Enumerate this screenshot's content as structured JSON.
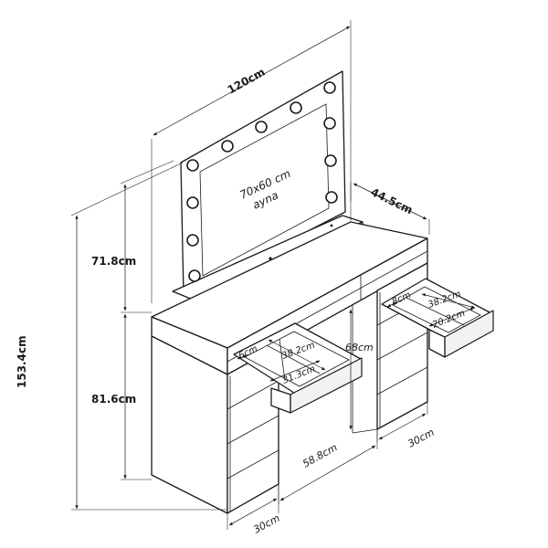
{
  "diagram": {
    "dimensions": {
      "overall_width": "120cm",
      "depth": "44.5cm",
      "mirror_height": "71.8cm",
      "total_height": "153.4cm",
      "table_height": "81.6cm",
      "leg_clearance_height": "68cm",
      "knee_space_width": "58.8cm",
      "left_cabinet_width": "30cm",
      "right_cabinet_width": "30cm",
      "drawer_left_gap": "6cm",
      "drawer_left_inner_depth": "38.2cm",
      "drawer_left_inner_width": "31.3cm",
      "drawer_right_gap": "8cm",
      "drawer_right_inner_depth": "38.2cm",
      "drawer_right_inner_width": "20.2cm"
    },
    "mirror": {
      "size": "70x60 cm",
      "label": "ayna"
    }
  }
}
